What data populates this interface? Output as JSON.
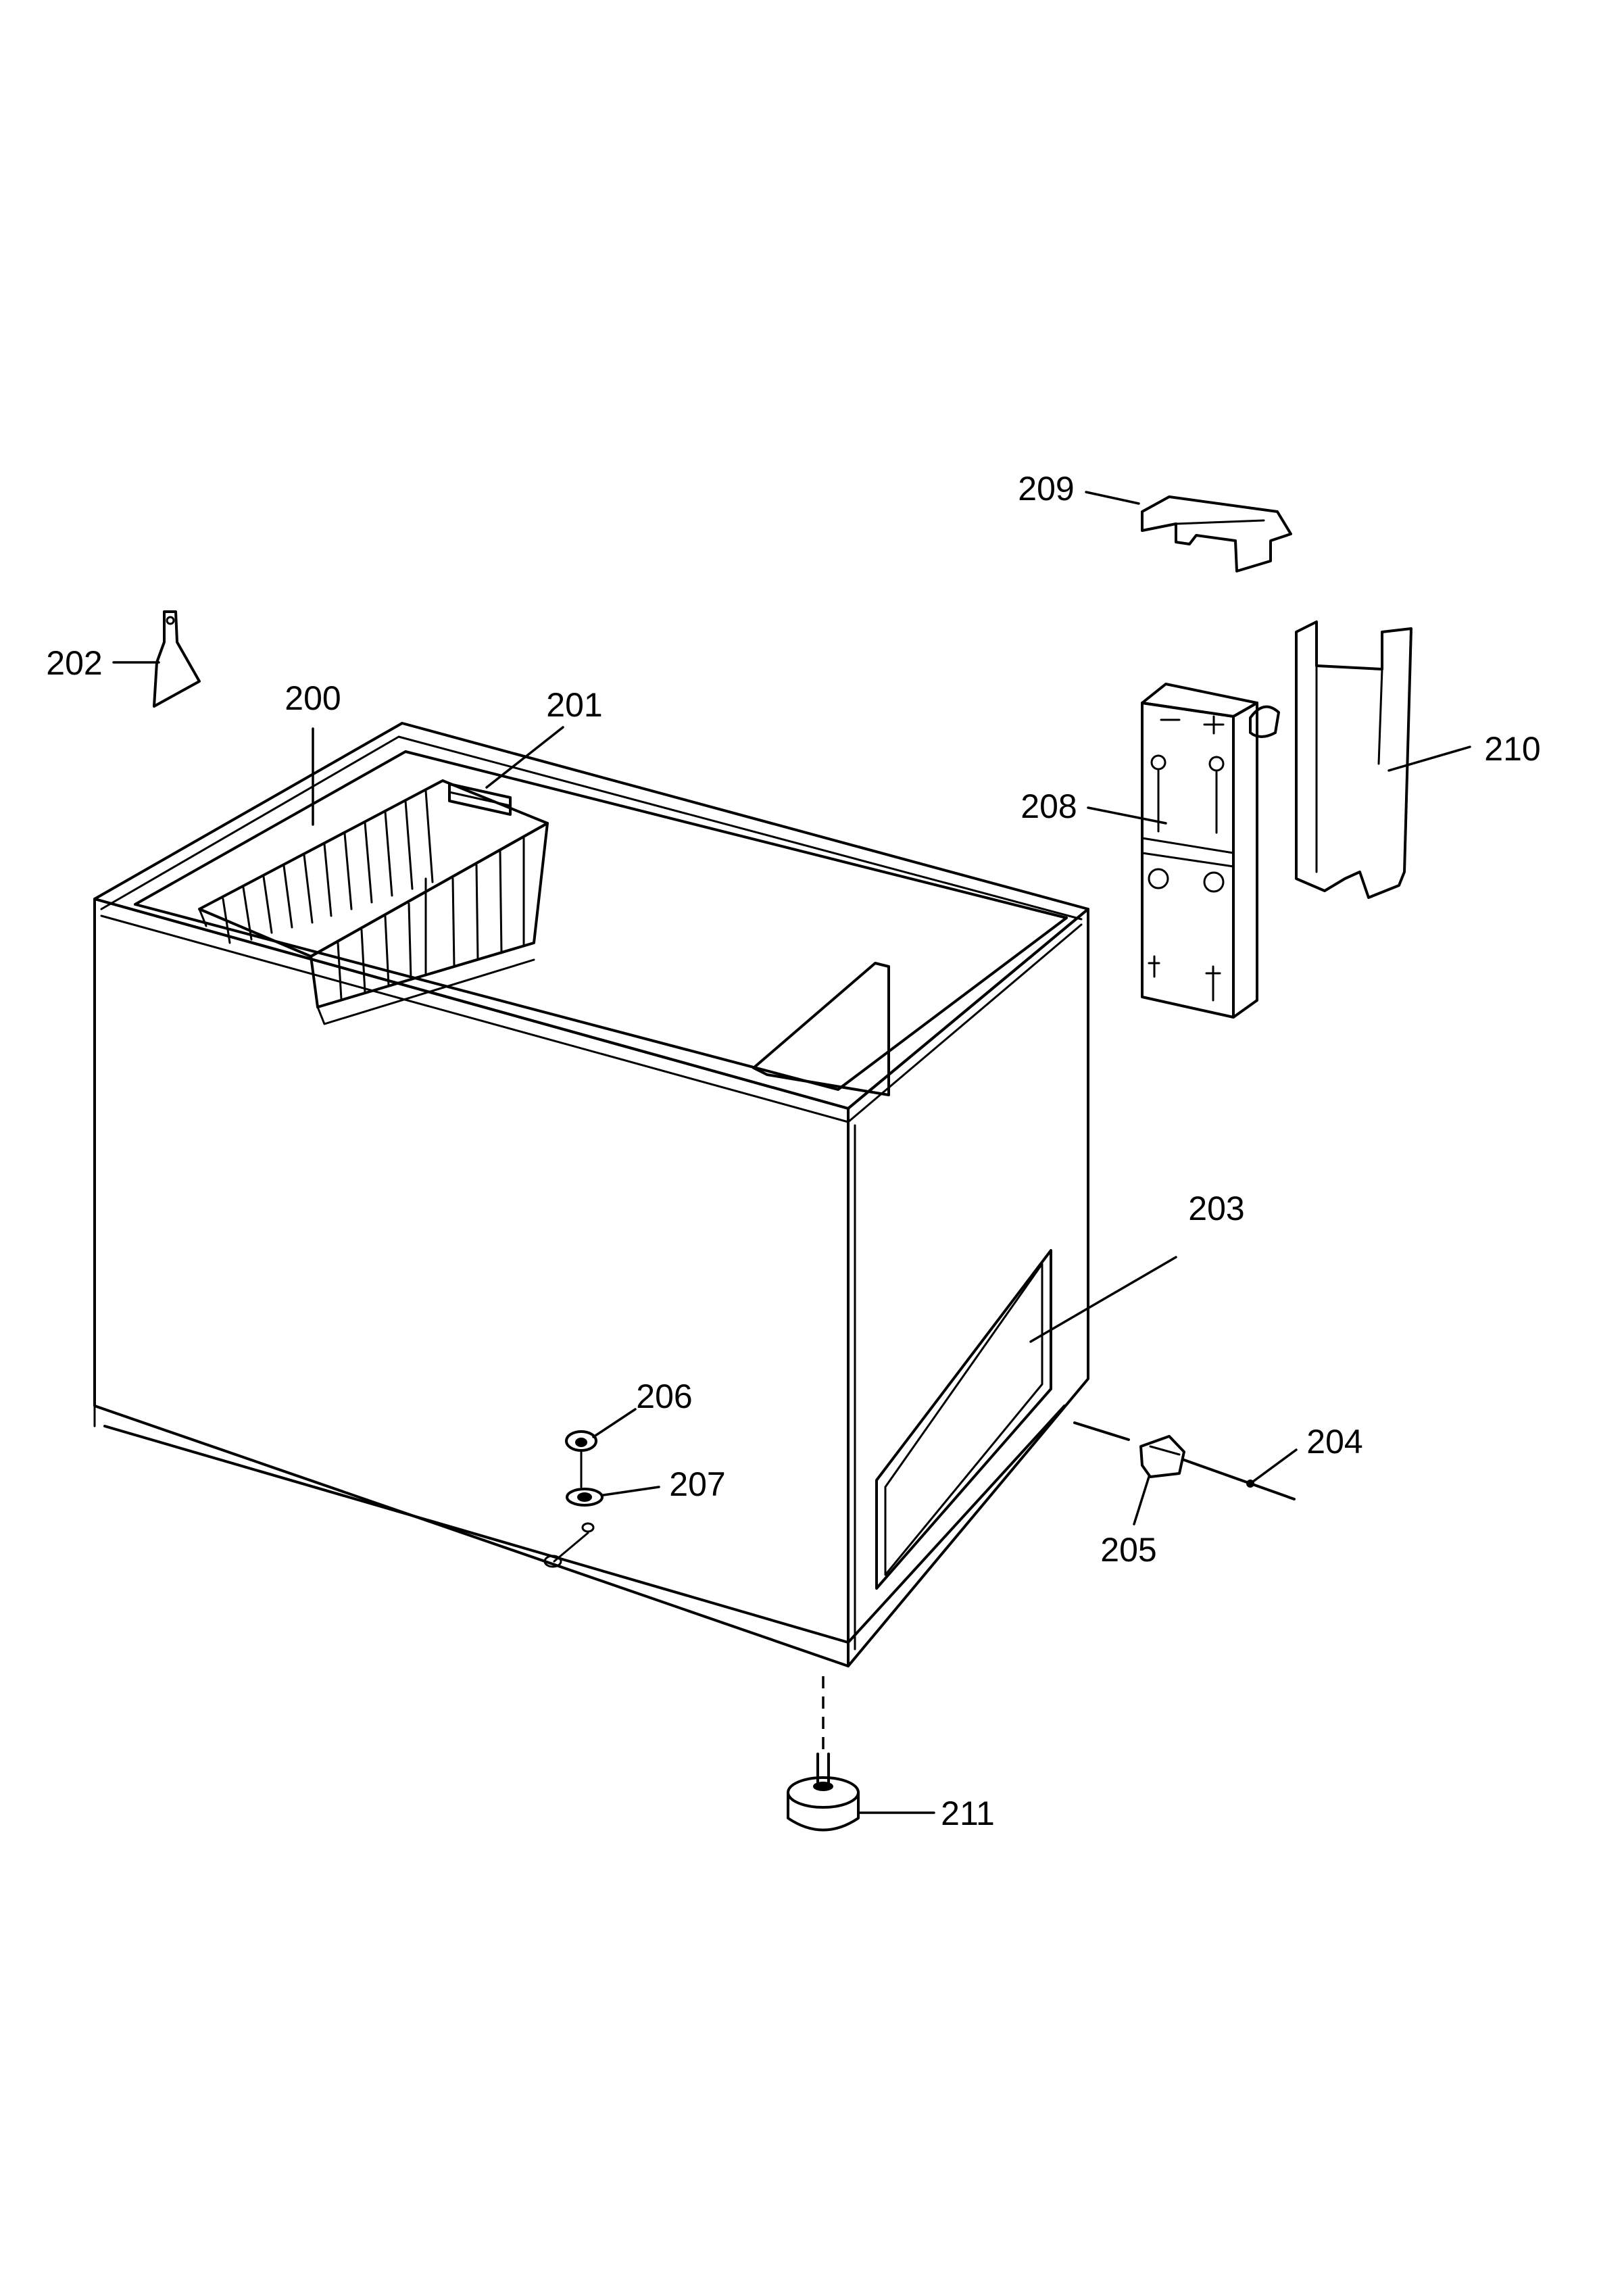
{
  "callouts": {
    "c200": "200",
    "c201": "201",
    "c202": "202",
    "c203": "203",
    "c204": "204",
    "c205": "205",
    "c206": "206",
    "c207": "207",
    "c208": "208",
    "c209": "209",
    "c210": "210",
    "c211": "211"
  }
}
